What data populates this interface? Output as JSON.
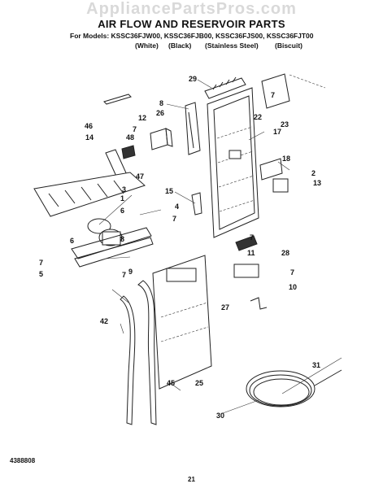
{
  "watermark": "AppliancePartsPros.com",
  "title": "AIR FLOW AND RESERVOIR PARTS",
  "models": "For Models: KSSC36FJW00, KSSC36FJB00, KSSC36FJS00, KSSC36FJT00",
  "variants": [
    "(White)",
    "(Black)",
    "(Stainless Steel)",
    "(Biscuit)"
  ],
  "footer": {
    "doc_number": "4388808",
    "page": "21"
  },
  "callouts": [
    "29",
    "8",
    "26",
    "12",
    "46",
    "7",
    "48",
    "22",
    "23",
    "7",
    "17",
    "14",
    "18",
    "2",
    "13",
    "47",
    "3",
    "1",
    "15",
    "4",
    "6",
    "7",
    "5",
    "6",
    "7",
    "8",
    "9",
    "7",
    "28",
    "11",
    "7",
    "7",
    "10",
    "42",
    "27",
    "45",
    "25",
    "30",
    "31"
  ],
  "colors": {
    "line": "#222222",
    "watermark": "#d9d9d9"
  }
}
